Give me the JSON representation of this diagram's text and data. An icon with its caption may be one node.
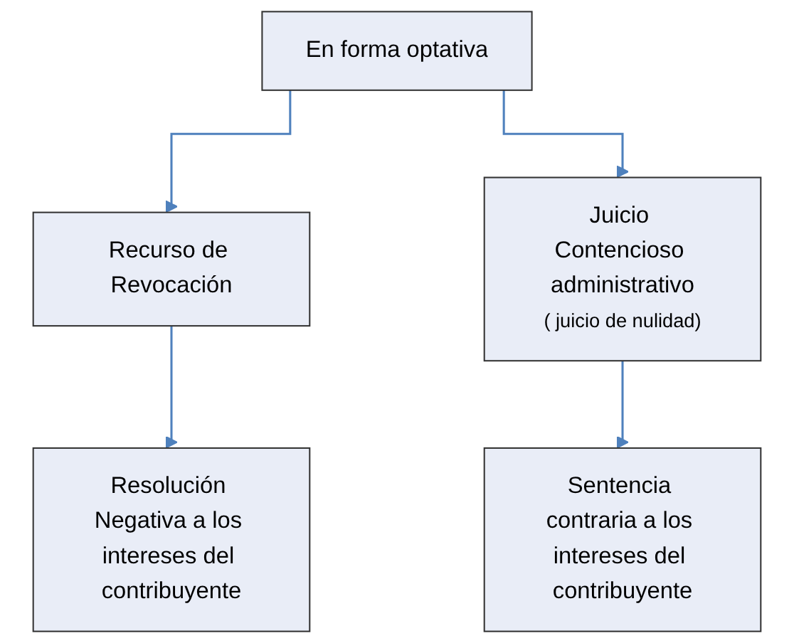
{
  "diagram": {
    "nodes": [
      {
        "text": [
          "En forma optativa"
        ]
      },
      {
        "text": [
          "Recurso de Revocación"
        ]
      },
      {
        "text": [
          "Juicio Contencioso administrativo",
          "( juicio de nulidad)"
        ]
      },
      {
        "text": [
          "Resolución Negativa a los intereses del contribuyente"
        ]
      },
      {
        "text": [
          "Sentencia contraria a los intereses del contribuyente"
        ]
      }
    ],
    "edges": [
      {
        "from": 0,
        "to": 1,
        "arrow": "to"
      },
      {
        "from": 0,
        "to": 2,
        "arrow": "to"
      },
      {
        "from": 1,
        "to": 3,
        "arrow": "to"
      },
      {
        "from": 2,
        "to": 4,
        "arrow": "to"
      }
    ]
  }
}
